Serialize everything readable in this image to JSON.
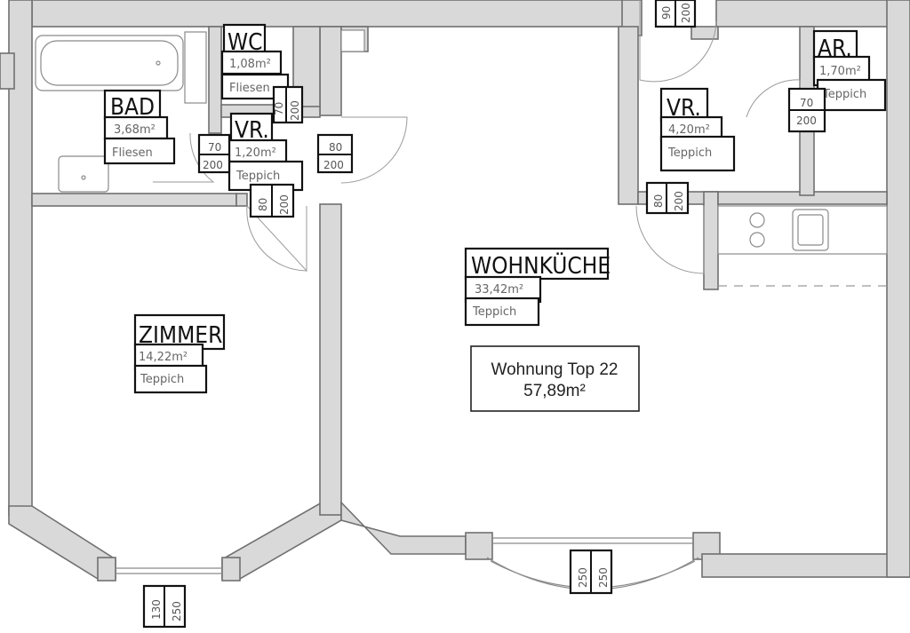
{
  "rooms": {
    "wc": {
      "name": "WC",
      "area": "1,08m²",
      "floor": "Fliesen"
    },
    "bad": {
      "name": "BAD",
      "area": "3,68m²",
      "floor": "Fliesen"
    },
    "vr_left": {
      "name": "VR.",
      "area": "1,20m²",
      "floor": "Teppich"
    },
    "zimmer": {
      "name": "ZIMMER",
      "area": "14,22m²",
      "floor": "Teppich"
    },
    "wohnkueche": {
      "name": "WOHNKÜCHE",
      "area": "33,42m²",
      "floor": "Teppich"
    },
    "vr_right": {
      "name": "VR.",
      "area": "4,20m²",
      "floor": "Teppich"
    },
    "ar": {
      "name": "AR.",
      "area": "1,70m²",
      "floor": "Teppich"
    }
  },
  "doors": {
    "top_entry": {
      "width": "90",
      "height": "200"
    },
    "wc_side": {
      "width": "70",
      "height": "200"
    },
    "bad_door": {
      "width": "70",
      "height": "200"
    },
    "vr_to_kitchen": {
      "width": "80",
      "height": "200"
    },
    "vr_bottom": {
      "width": "80",
      "height": "200"
    },
    "vr_right": {
      "width": "80",
      "height": "200"
    },
    "ar_door": {
      "width": "70",
      "height": "200"
    }
  },
  "windows": {
    "zimmer_window": {
      "width": "130",
      "height": "250"
    },
    "kitchen_window": {
      "width": "250",
      "height": "250"
    }
  },
  "summary": {
    "title": "Wohnung Top 22",
    "area": "57,89m²"
  }
}
